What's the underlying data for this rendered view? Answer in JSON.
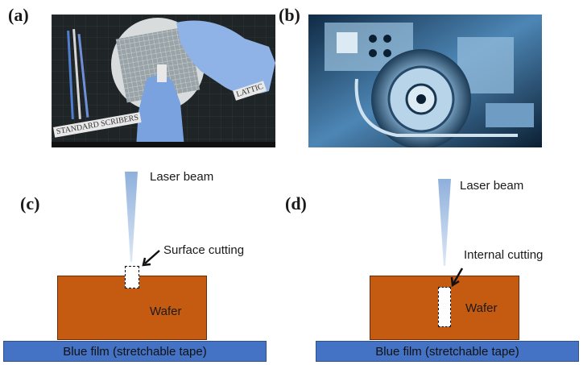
{
  "panels": {
    "a": {
      "label": "(a)",
      "scribers_text": "STANDARD SCRIBERS",
      "lattice_text": "LATTIC"
    },
    "b": {
      "label": "(b)"
    },
    "c": {
      "label": "(c)",
      "beam_label": "Laser beam",
      "cut_label": "Surface cutting",
      "wafer_label": "Wafer",
      "film_label": "Blue film (stretchable tape)"
    },
    "d": {
      "label": "(d)",
      "beam_label": "Laser beam",
      "cut_label": "Internal cutting",
      "wafer_label": "Wafer",
      "film_label": "Blue film (stretchable tape)"
    }
  },
  "colors": {
    "wafer": "#c55a11",
    "film": "#4472c4",
    "beam": "#9fb9dd"
  }
}
